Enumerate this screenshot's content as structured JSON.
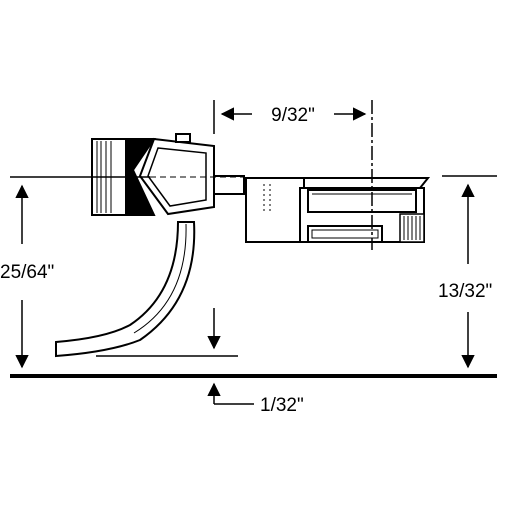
{
  "dimensions": {
    "top_offset": "9/32\"",
    "left_height": "25/64\"",
    "right_height": "13/32\"",
    "bottom_offset": "1/32\""
  },
  "colors": {
    "line": "#000000",
    "fill": "#ffffff"
  }
}
